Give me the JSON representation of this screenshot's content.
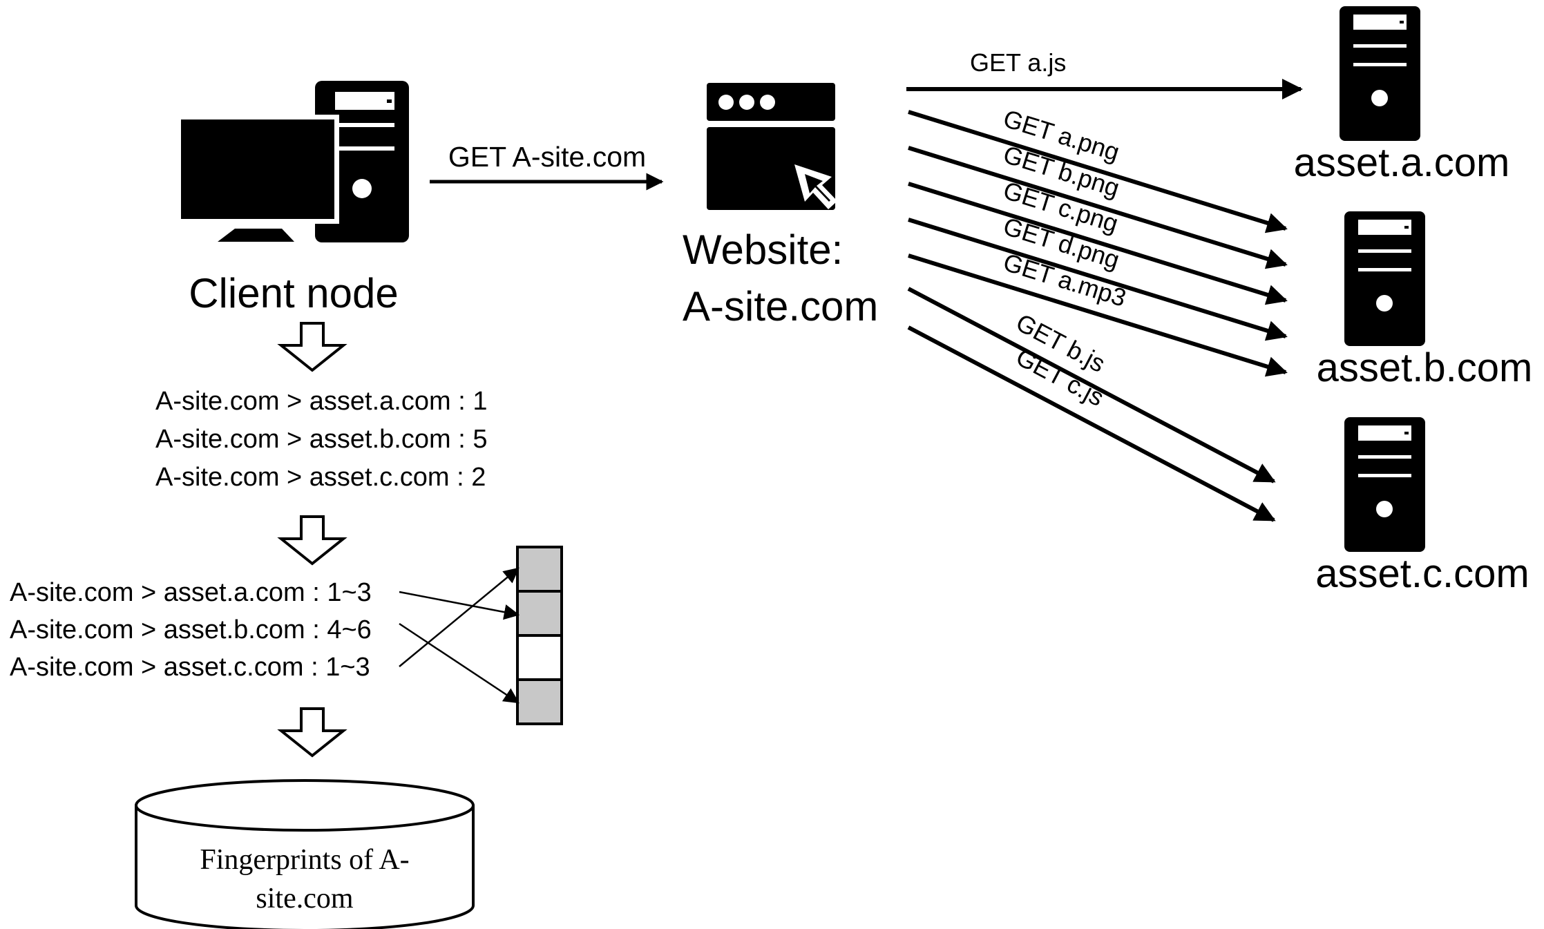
{
  "client": {
    "label": "Client node",
    "request_label": "GET A-site.com"
  },
  "website": {
    "label_line1": "Website:",
    "label_line2": "A-site.com"
  },
  "requests": [
    "GET  a.js",
    "GET  a.png",
    "GET  b.png",
    "GET  c.png",
    "GET  d.png",
    "GET  a.mp3",
    "GET  b.js",
    "GET  c.js"
  ],
  "servers": [
    "asset.a.com",
    "asset.b.com",
    "asset.c.com"
  ],
  "counts": [
    "A-site.com > asset.a.com : 1",
    "A-site.com > asset.b.com : 5",
    "A-site.com > asset.c.com : 2"
  ],
  "ranges": [
    "A-site.com > asset.a.com : 1~3",
    "A-site.com > asset.b.com : 4~6",
    "A-site.com > asset.c.com : 1~3"
  ],
  "bit_vector": {
    "cells": [
      1,
      1,
      0,
      1
    ],
    "filled_color": "#c8c8c8",
    "empty_color": "#ffffff"
  },
  "database": {
    "label_line1": "Fingerprints of A-",
    "label_line2": "site.com"
  }
}
